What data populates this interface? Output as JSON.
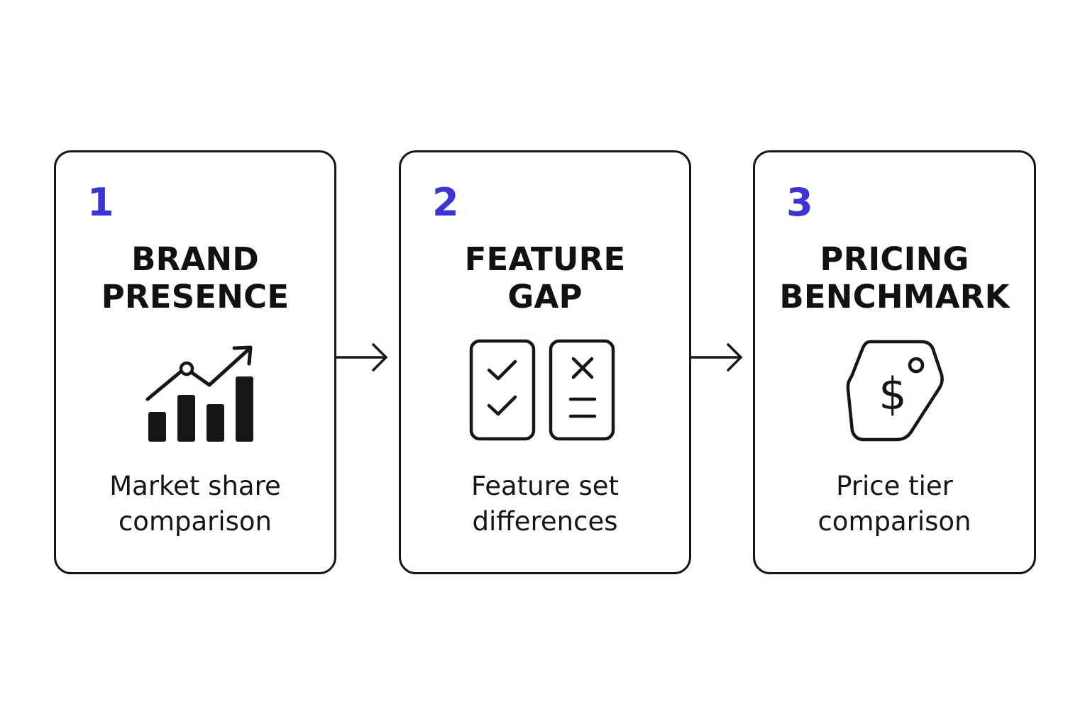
{
  "steps": [
    {
      "number": "1",
      "title": [
        "BRAND",
        "PRESENCE"
      ],
      "description": [
        "Market share",
        "comparison"
      ],
      "icon": "growth-chart-icon"
    },
    {
      "number": "2",
      "title": [
        "FEATURE",
        "GAP"
      ],
      "description": [
        "Feature set",
        "differences"
      ],
      "icon": "checklist-comparison-icon"
    },
    {
      "number": "3",
      "title": [
        "PRICING",
        "BENCHMARK"
      ],
      "description": [
        "Price tier",
        "comparison"
      ],
      "icon": "price-tag-icon"
    }
  ],
  "connectors": [
    "arrow-right-icon",
    "arrow-right-icon"
  ],
  "colors": {
    "accent": "#3b35d6",
    "stroke": "#161616",
    "background": "#ffffff"
  }
}
